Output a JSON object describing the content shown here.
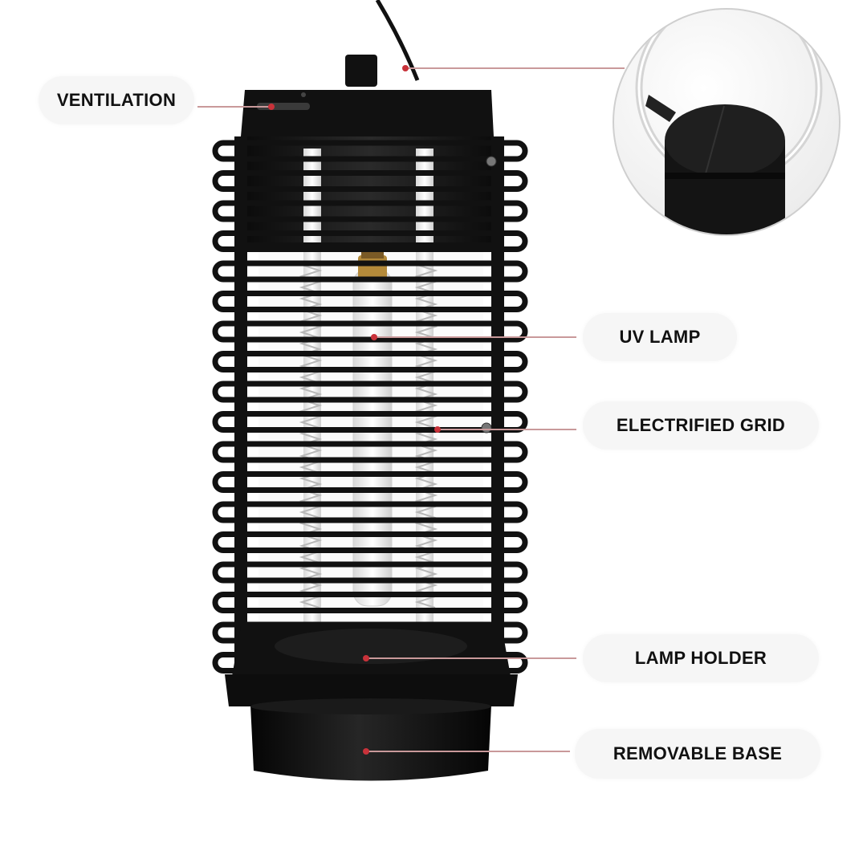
{
  "callouts": {
    "ventilation": "VENTILATION",
    "uv_lamp": "UV LAMP",
    "electrified_grid": "ELECTRIFIED GRID",
    "lamp_holder": "LAMP HOLDER",
    "removable_base": "REMOVABLE BASE"
  },
  "colors": {
    "leader_line": "#c9999a",
    "leader_dot": "#c8323a",
    "device_black": "#111111",
    "callout_bg": "#f6f6f6",
    "label_text": "#111111"
  },
  "icons": {
    "product": "bug-zapper-lamp-illustration",
    "inset": "hanging-ring-detail-illustration"
  }
}
